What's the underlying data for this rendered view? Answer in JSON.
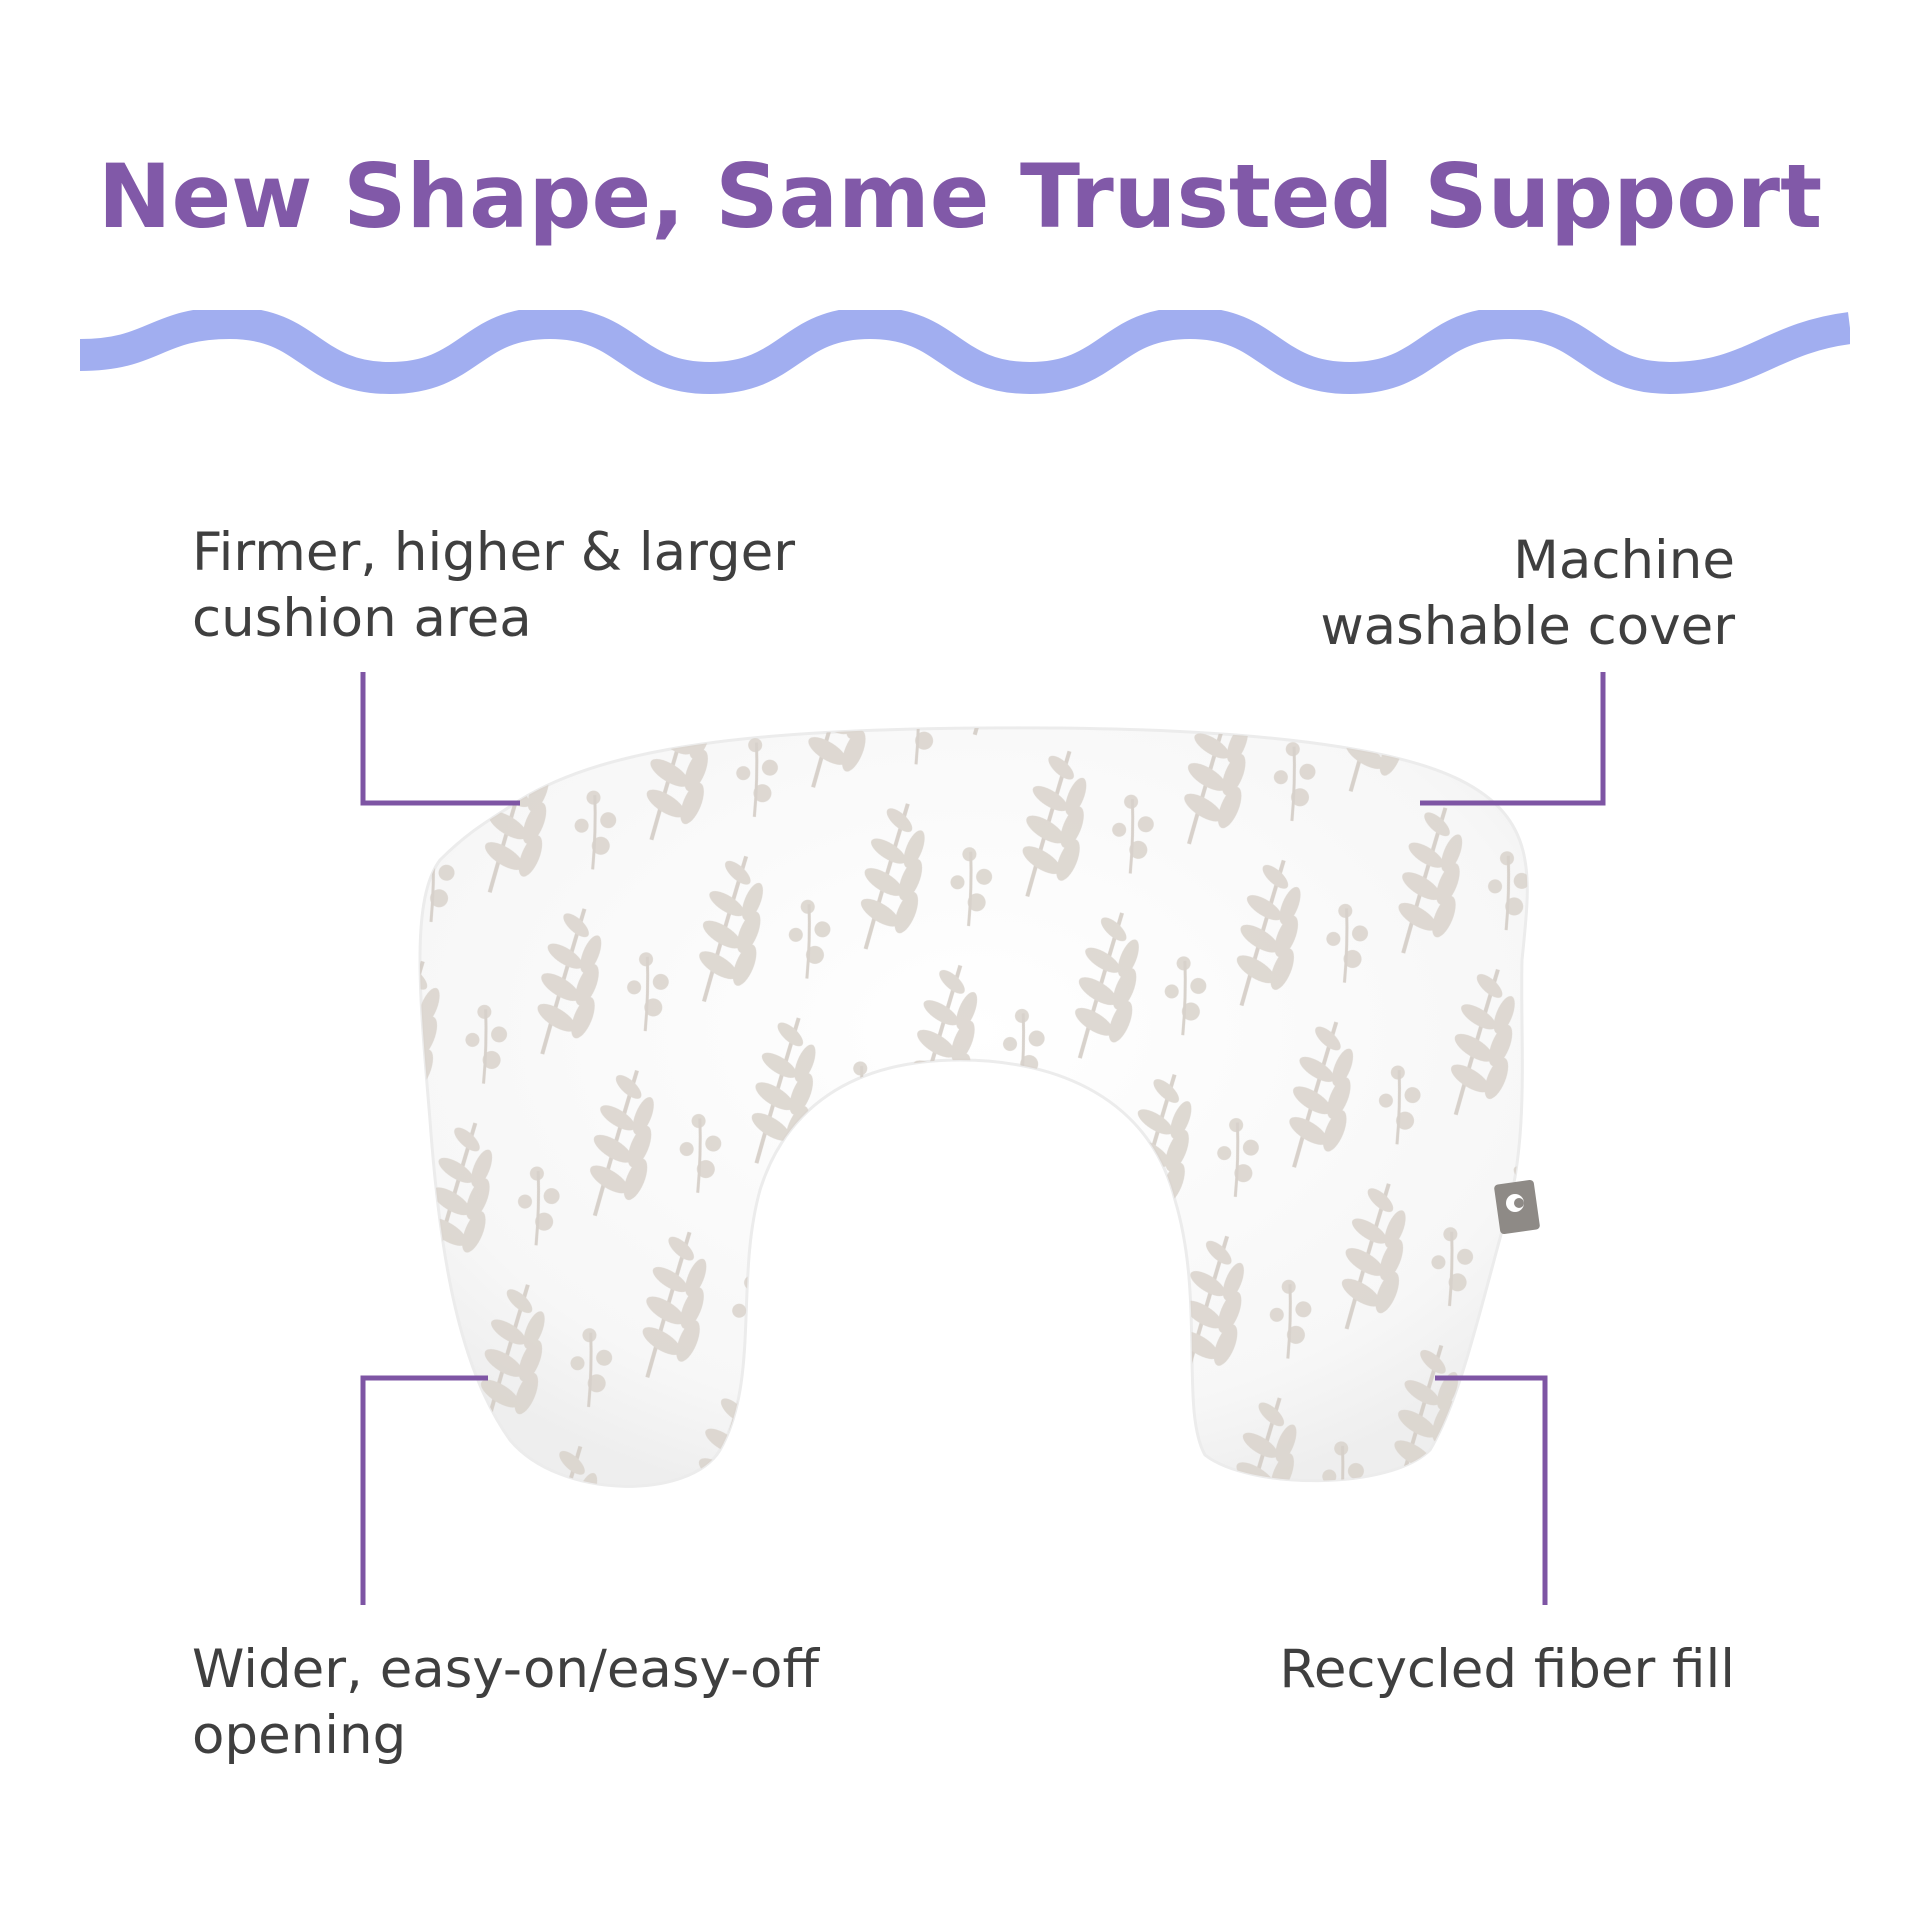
{
  "headline": "New Shape, Same Trusted Support",
  "features": {
    "top_left": [
      "Firmer, higher & larger",
      "cushion area"
    ],
    "top_right": [
      "Machine",
      "washable cover"
    ],
    "bottom_left": [
      "Wider, easy-on/easy-off",
      "opening"
    ],
    "bottom_right": [
      "Recycled fiber fill"
    ]
  },
  "colors": {
    "headline": "#8159a8",
    "wave": "#a1aef0",
    "leader_lines": "#7e55a4",
    "body_text": "#3f3f3f",
    "leaf_pattern": "#d9d3cc",
    "pillow_fabric": "#fafafa",
    "tag": "#8e8a86"
  },
  "product": {
    "name": "nursing-pillow-icon",
    "pattern": "leaf-pattern-icon",
    "tag": "brand-tag-icon"
  }
}
